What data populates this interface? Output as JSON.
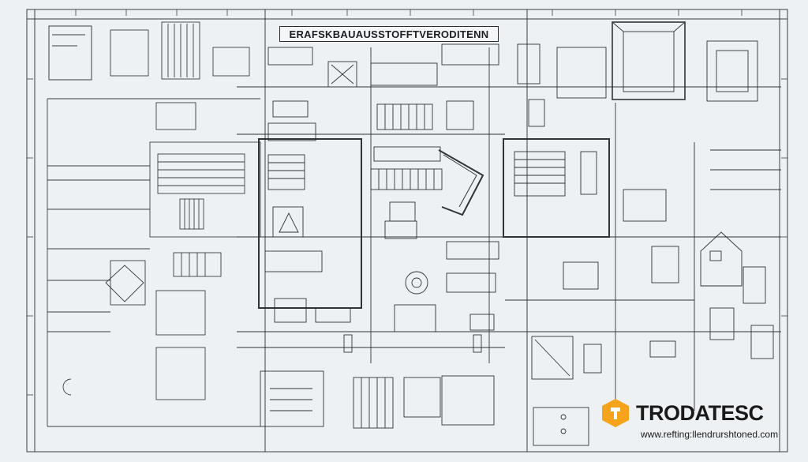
{
  "drawing": {
    "title": "ERAFSKBAUAUSSTOFFTVERODITENN"
  },
  "brand": {
    "name": "TRODATESC",
    "url": "www.refting:llendrurshtoned.com",
    "accent_color": "#f5a31a",
    "ink_color": "#2a2e33",
    "logo_icon": "wrench-hexagon-icon"
  }
}
